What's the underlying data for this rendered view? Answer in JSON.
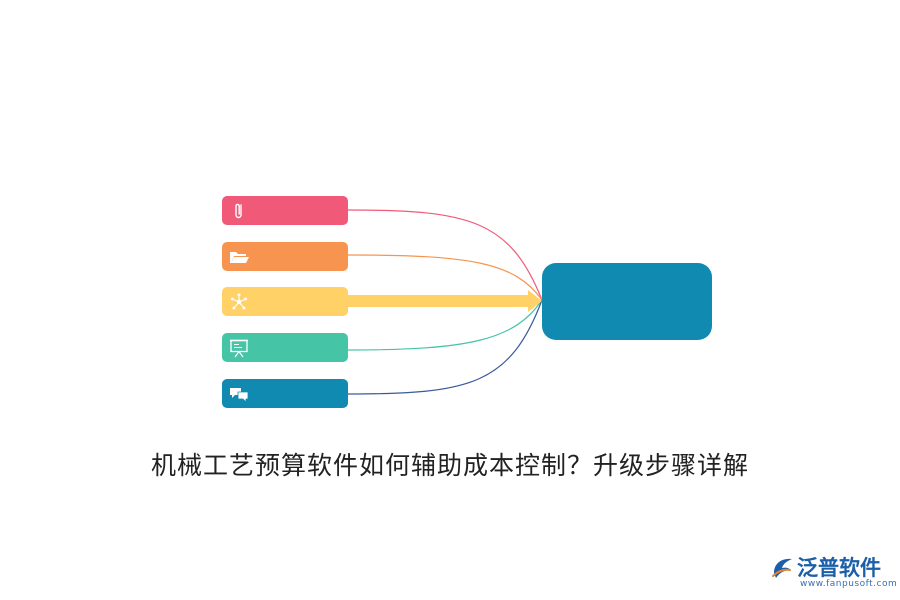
{
  "diagram": {
    "title": "机械工艺预算软件如何辅助成本控制？升级步骤详解",
    "nodes": [
      {
        "icon": "paperclip-icon",
        "color": "#f05a78"
      },
      {
        "icon": "folder-icon",
        "color": "#f7944f"
      },
      {
        "icon": "network-icon",
        "color": "#ffd166"
      },
      {
        "icon": "presentation-icon",
        "color": "#45c4a6"
      },
      {
        "icon": "chat-icon",
        "color": "#118ab2"
      }
    ],
    "hub": {
      "color": "#118ab2"
    }
  },
  "logo": {
    "name": "泛普软件",
    "url": "www.fanpusoft.com"
  }
}
